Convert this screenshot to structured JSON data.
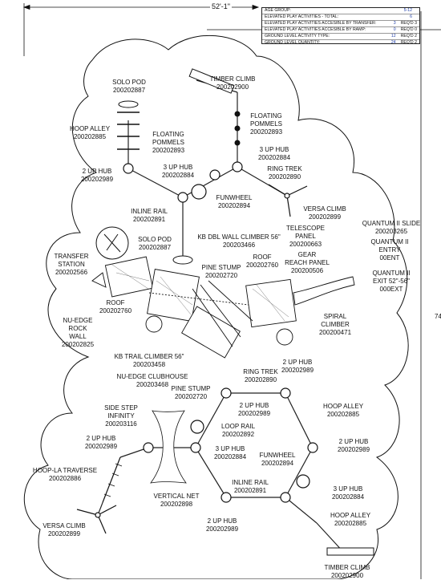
{
  "dimension_label": "52'-1\"",
  "side_label": "74",
  "requirements": {
    "rows": [
      {
        "label": "AGE GROUP:",
        "value": "5-12",
        "reqd": ""
      },
      {
        "label": "ELEVATED PLAY ACTIVITIES - TOTAL:",
        "value": "6",
        "reqd": ""
      },
      {
        "label": "ELEVATED PLAY ACTIVITIES ACCESIBLE BY TRANSFER:",
        "value": "3",
        "reqd": "REQ'D  3"
      },
      {
        "label": "ELEVATED PLAY ACTIVITIES ACCESIBLE BY RAMP:",
        "value": "0",
        "reqd": "REQ'D  0"
      },
      {
        "label": "GROUND LEVEL ACTIVITY TYPE:",
        "value": "12",
        "reqd": "REQ'D  2"
      },
      {
        "label": "GROUND LEVEL QUANTITY:",
        "value": "24",
        "reqd": "REQ'D  2"
      }
    ]
  },
  "labels": [
    {
      "id": "solo-pod-1",
      "lines": [
        "SOLO POD",
        "200202887"
      ]
    },
    {
      "id": "timber-climb-1",
      "lines": [
        "TIMBER CLIMB",
        "200202900"
      ]
    },
    {
      "id": "hoop-alley-1",
      "lines": [
        "HOOP ALLEY",
        "200202885"
      ]
    },
    {
      "id": "floating-pommels-1",
      "lines": [
        "FLOATING",
        "POMMELS",
        "200202893"
      ]
    },
    {
      "id": "floating-pommels-2",
      "lines": [
        "FLOATING",
        "POMMELS",
        "200202893"
      ]
    },
    {
      "id": "three-up-hub-1",
      "lines": [
        "3 UP HUB",
        "200202884"
      ]
    },
    {
      "id": "three-up-hub-2",
      "lines": [
        "3 UP HUB",
        "200202884"
      ]
    },
    {
      "id": "two-up-hub-1",
      "lines": [
        "2 UP HUB",
        "200202989"
      ]
    },
    {
      "id": "ring-trek-1",
      "lines": [
        "RING TREK",
        "200202890"
      ]
    },
    {
      "id": "funwheel-1",
      "lines": [
        "FUNWHEEL",
        "200202894"
      ]
    },
    {
      "id": "inline-rail-1",
      "lines": [
        "INLINE RAIL",
        "200202891"
      ]
    },
    {
      "id": "versa-climb-1",
      "lines": [
        "VERSA CLIMB",
        "200202899"
      ]
    },
    {
      "id": "quantum-slide",
      "lines": [
        "QUANTUM II SLIDE",
        "200203265"
      ]
    },
    {
      "id": "quantum-entry",
      "lines": [
        "QUANTUM II",
        "ENTRY",
        "00ENT"
      ]
    },
    {
      "id": "quantum-exit",
      "lines": [
        "QUANTUM II",
        "EXIT 52\"-56\"",
        "000EXT"
      ]
    },
    {
      "id": "solo-pod-2",
      "lines": [
        "SOLO POD",
        "200202887"
      ]
    },
    {
      "id": "kb-dbl-wall",
      "lines": [
        "KB DBL WALL CLIMBER 56\"",
        "200203466"
      ]
    },
    {
      "id": "telescope-panel",
      "lines": [
        "TELESCOPE",
        "PANEL",
        "200200663"
      ]
    },
    {
      "id": "gear-reach-panel",
      "lines": [
        "GEAR",
        "REACH PANEL",
        "200200506"
      ]
    },
    {
      "id": "transfer-station",
      "lines": [
        "TRANSFER",
        "STATION",
        "200202566"
      ]
    },
    {
      "id": "roof-1",
      "lines": [
        "ROOF",
        "200202760"
      ]
    },
    {
      "id": "pine-stump-1",
      "lines": [
        "PINE STUMP",
        "200202720"
      ]
    },
    {
      "id": "roof-2",
      "lines": [
        "ROOF",
        "200202760"
      ]
    },
    {
      "id": "nu-edge-rock-wall",
      "lines": [
        "NU-EDGE",
        "ROCK",
        "WALL",
        "200202825"
      ]
    },
    {
      "id": "spiral-climber",
      "lines": [
        "SPIRAL",
        "CLIMBER",
        "200200471"
      ]
    },
    {
      "id": "kb-trail-climber",
      "lines": [
        "KB TRAIL CLIMBER 56\"",
        "200203458"
      ]
    },
    {
      "id": "nu-edge-clubhouse",
      "lines": [
        "NU-EDGE CLUBHOUSE",
        "200203468"
      ]
    },
    {
      "id": "two-up-hub-2",
      "lines": [
        "2 UP HUB",
        "200202989"
      ]
    },
    {
      "id": "ring-trek-2",
      "lines": [
        "RING TREK",
        "200202890"
      ]
    },
    {
      "id": "pine-stump-2",
      "lines": [
        "PINE STUMP",
        "200202720"
      ]
    },
    {
      "id": "side-step-infinity",
      "lines": [
        "SIDE STEP",
        "INFINITY",
        "200203116"
      ]
    },
    {
      "id": "two-up-hub-3",
      "lines": [
        "2 UP HUB",
        "200202989"
      ]
    },
    {
      "id": "hoop-alley-2",
      "lines": [
        "HOOP ALLEY",
        "200202885"
      ]
    },
    {
      "id": "loop-rail",
      "lines": [
        "LOOP RAIL",
        "200202892"
      ]
    },
    {
      "id": "two-up-hub-4",
      "lines": [
        "2 UP HUB",
        "200202989"
      ]
    },
    {
      "id": "two-up-hub-5",
      "lines": [
        "2 UP HUB",
        "200202989"
      ]
    },
    {
      "id": "three-up-hub-3",
      "lines": [
        "3 UP HUB",
        "200202884"
      ]
    },
    {
      "id": "funwheel-2",
      "lines": [
        "FUNWHEEL",
        "200202894"
      ]
    },
    {
      "id": "hoop-la-traverse",
      "lines": [
        "HOOP-LA TRAVERSE",
        "200202886"
      ]
    },
    {
      "id": "inline-rail-2",
      "lines": [
        "INLINE RAIL",
        "200202891"
      ]
    },
    {
      "id": "three-up-hub-4",
      "lines": [
        "3 UP HUB",
        "200202884"
      ]
    },
    {
      "id": "vertical-net",
      "lines": [
        "VERTICAL NET",
        "200202898"
      ]
    },
    {
      "id": "versa-climb-2",
      "lines": [
        "VERSA CLIMB",
        "200202899"
      ]
    },
    {
      "id": "two-up-hub-6",
      "lines": [
        "2 UP HUB",
        "200202989"
      ]
    },
    {
      "id": "hoop-alley-3",
      "lines": [
        "HOOP ALLEY",
        "200202885"
      ]
    },
    {
      "id": "timber-climb-2",
      "lines": [
        "TIMBER CLIMB",
        "200202900"
      ]
    }
  ]
}
